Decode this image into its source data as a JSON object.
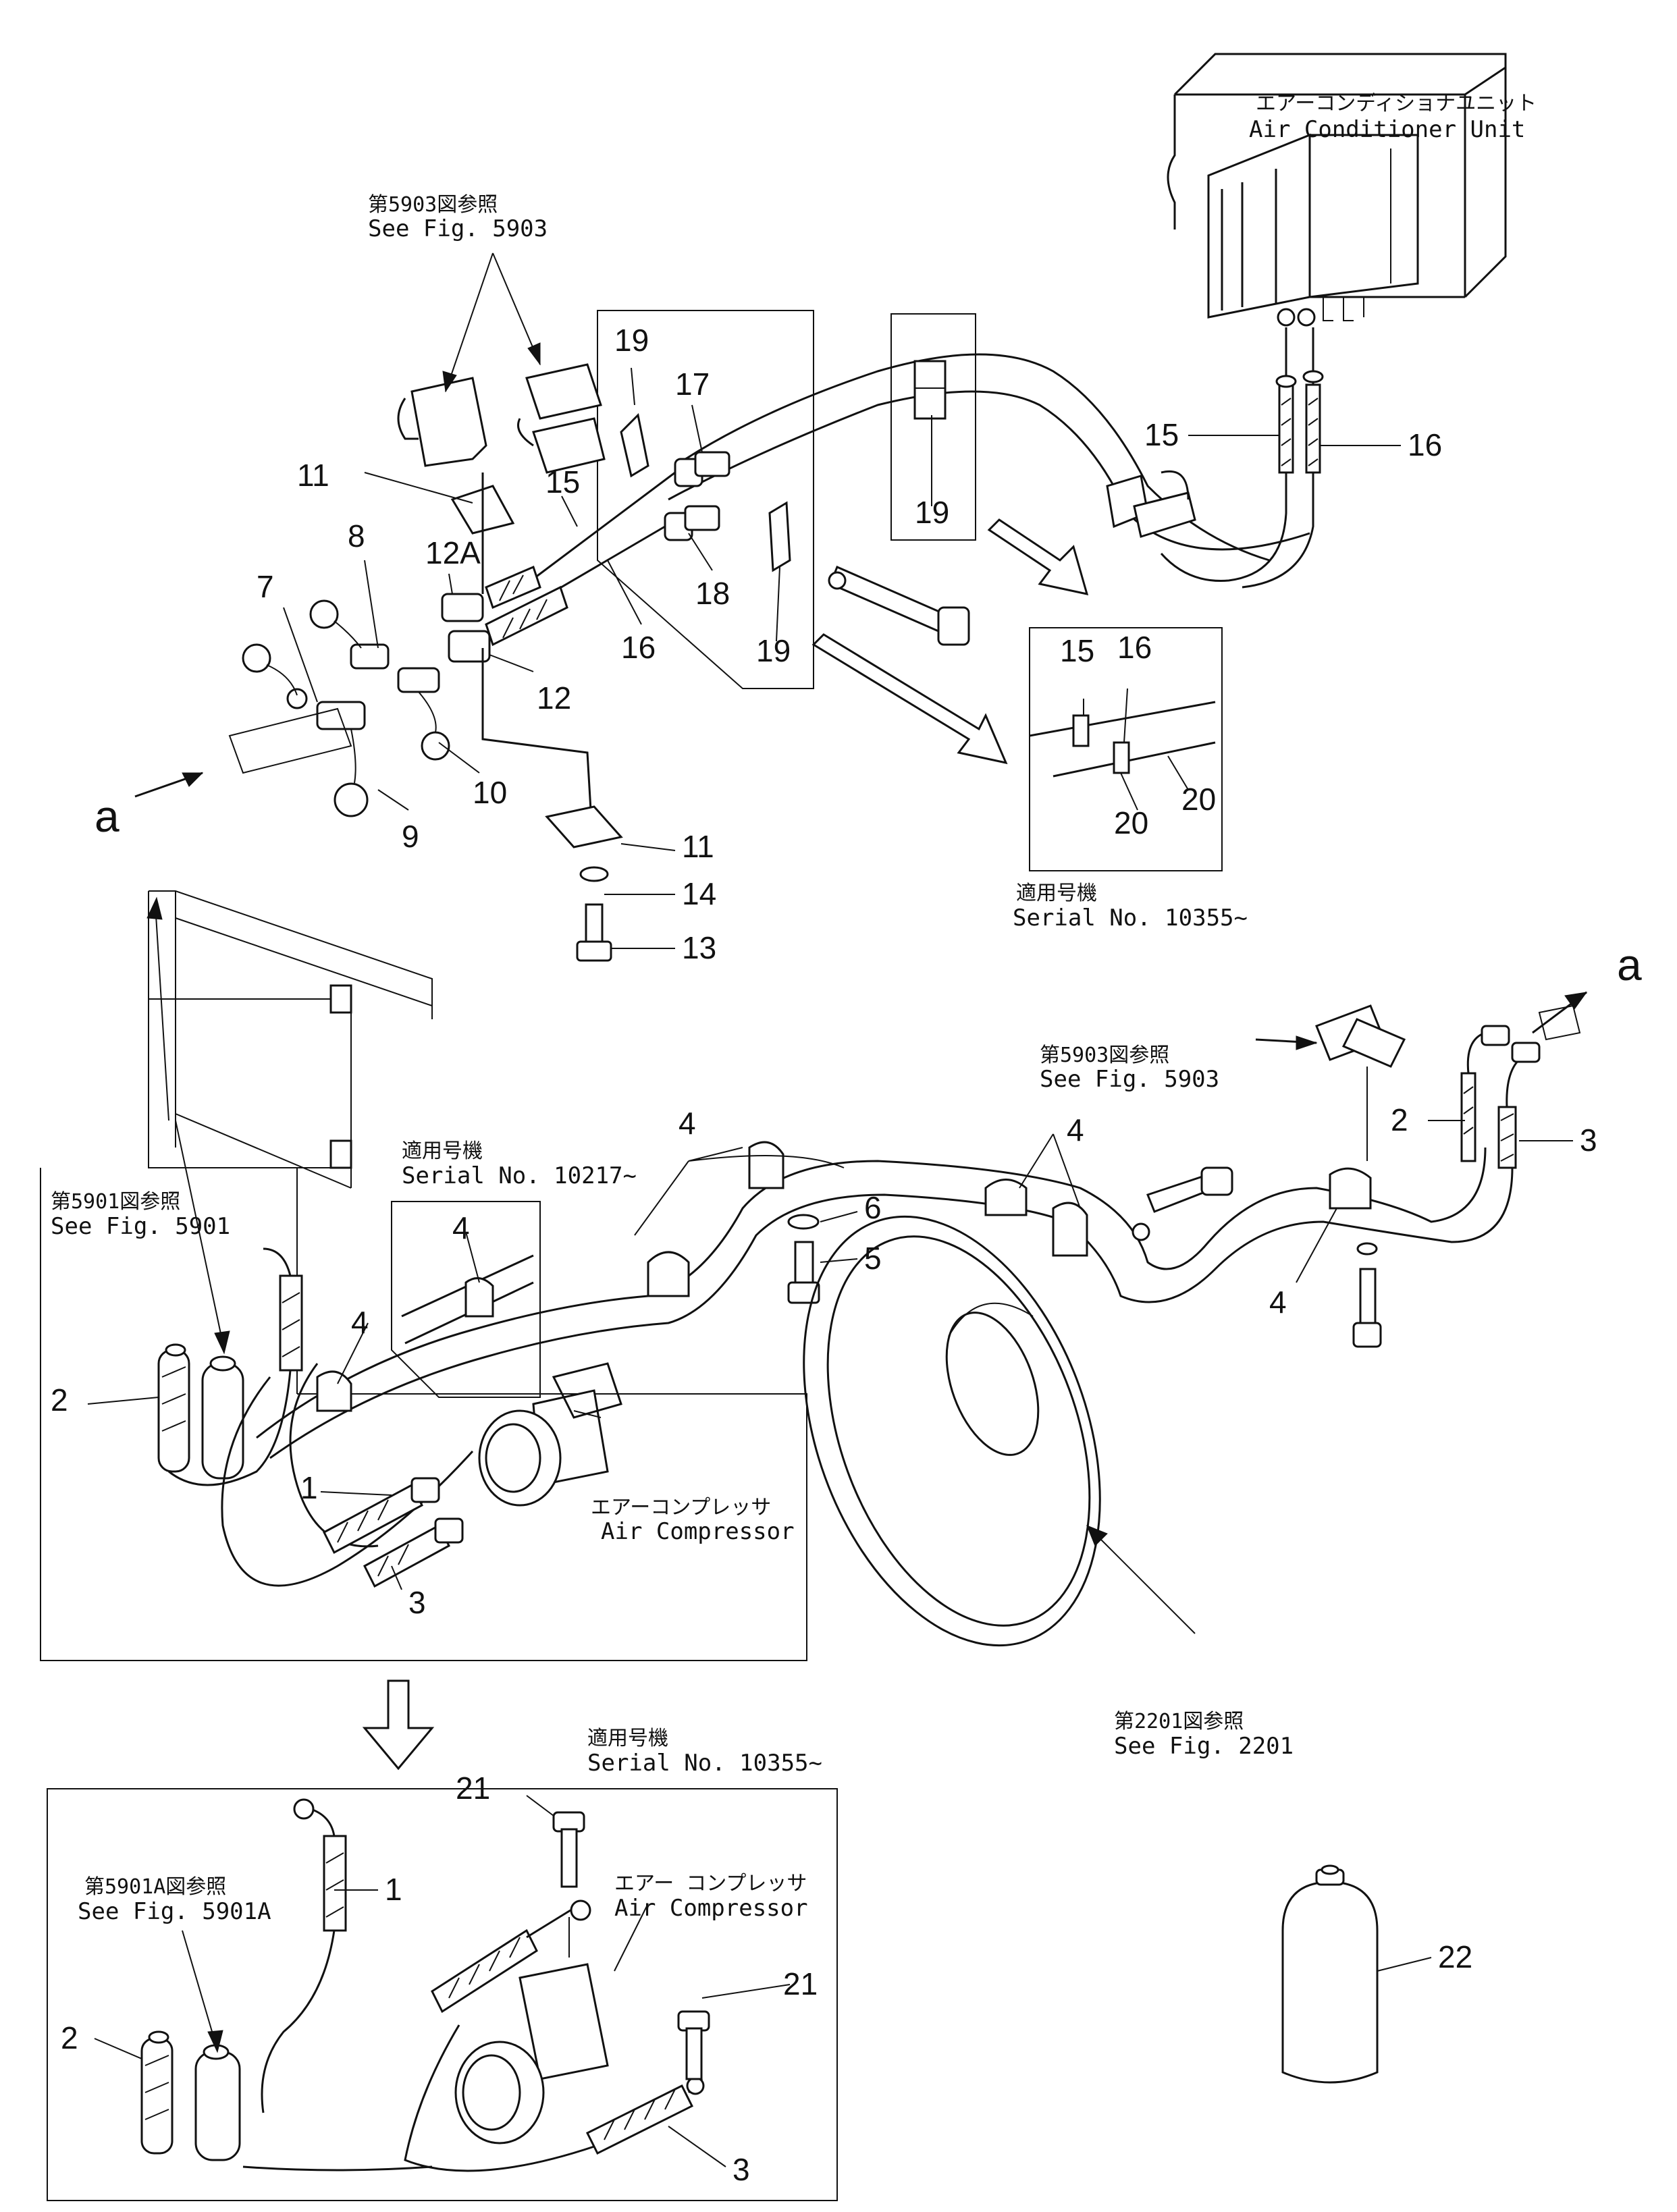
{
  "figure": {
    "air_conditioner_unit_ja": "エアーコンディショナユニット",
    "air_conditioner_unit_en": "Air Conditioner Unit",
    "air_compressor_ja_1": "エアーコンプレッサ",
    "air_compressor_en_1": "Air Compressor",
    "air_compressor_ja_2": "エアー コンプレッサ",
    "air_compressor_en_2": "Air Compressor",
    "ref_5903_top_ja": "第5903図参照",
    "ref_5903_top_en": "See Fig. 5903",
    "ref_5903_mid_ja": "第5903図参照",
    "ref_5903_mid_en": "See Fig. 5903",
    "ref_5901_ja": "第5901図参照",
    "ref_5901_en": "See Fig. 5901",
    "ref_5901a_ja": "第5901A図参照",
    "ref_5901a_en": "See Fig. 5901A",
    "ref_2201_ja": "第2201図参照",
    "ref_2201_en": "See Fig. 2201",
    "serial_top_ja": "適用号機",
    "serial_top_en": "Serial No. 10355~",
    "serial_mid_ja": "適用号機",
    "serial_mid_en": "Serial No. 10217~",
    "serial_bot_ja": "適用号機",
    "serial_bot_en": "Serial No. 10355~",
    "conn_a_left": "a",
    "conn_a_right": "a"
  },
  "callouts": [
    "19",
    "17",
    "15",
    "16",
    "11",
    "15",
    "8",
    "12A",
    "7",
    "18",
    "19",
    "16",
    "12",
    "10",
    "9",
    "11",
    "14",
    "13",
    "19",
    "15",
    "16",
    "20",
    "4",
    "4",
    "6",
    "5",
    "2",
    "3",
    "4",
    "4",
    "2",
    "4",
    "1",
    "3",
    "21",
    "1",
    "2",
    "21",
    "3",
    "22"
  ]
}
